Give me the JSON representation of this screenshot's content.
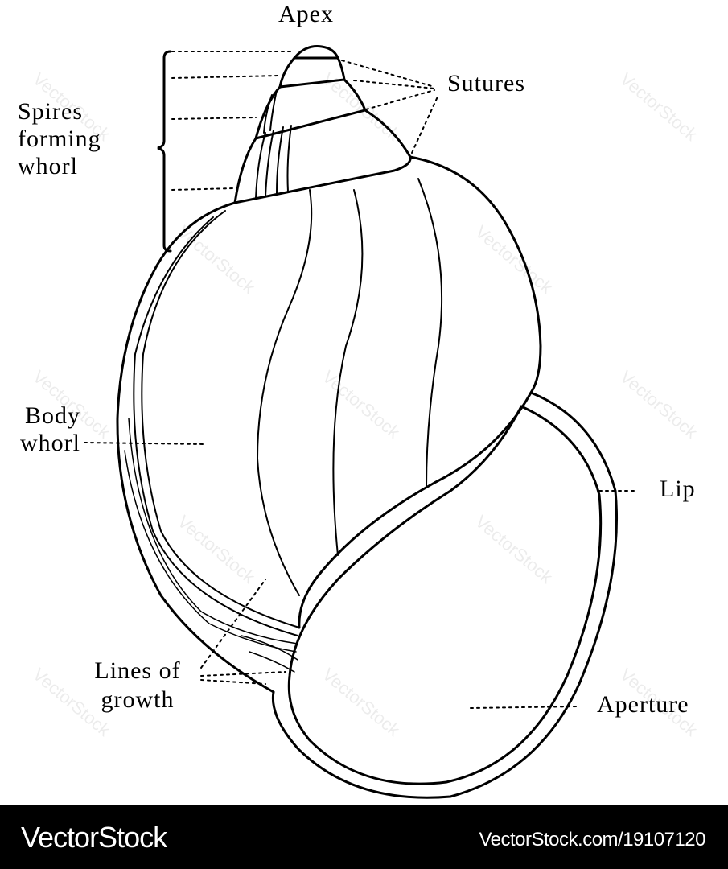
{
  "labels": {
    "apex": "Apex",
    "sutures": "Sutures",
    "spires": [
      "Spires",
      "forming",
      "whorl"
    ],
    "body_whorl": [
      "Body",
      "whorl"
    ],
    "lip": "Lip",
    "lines_of_growth": [
      "Lines of",
      "growth"
    ],
    "aperture": "Aperture"
  },
  "watermark": "VectorStock",
  "footer": {
    "brand": "VectorStock",
    "url": "VectorStock.com/19107120"
  }
}
